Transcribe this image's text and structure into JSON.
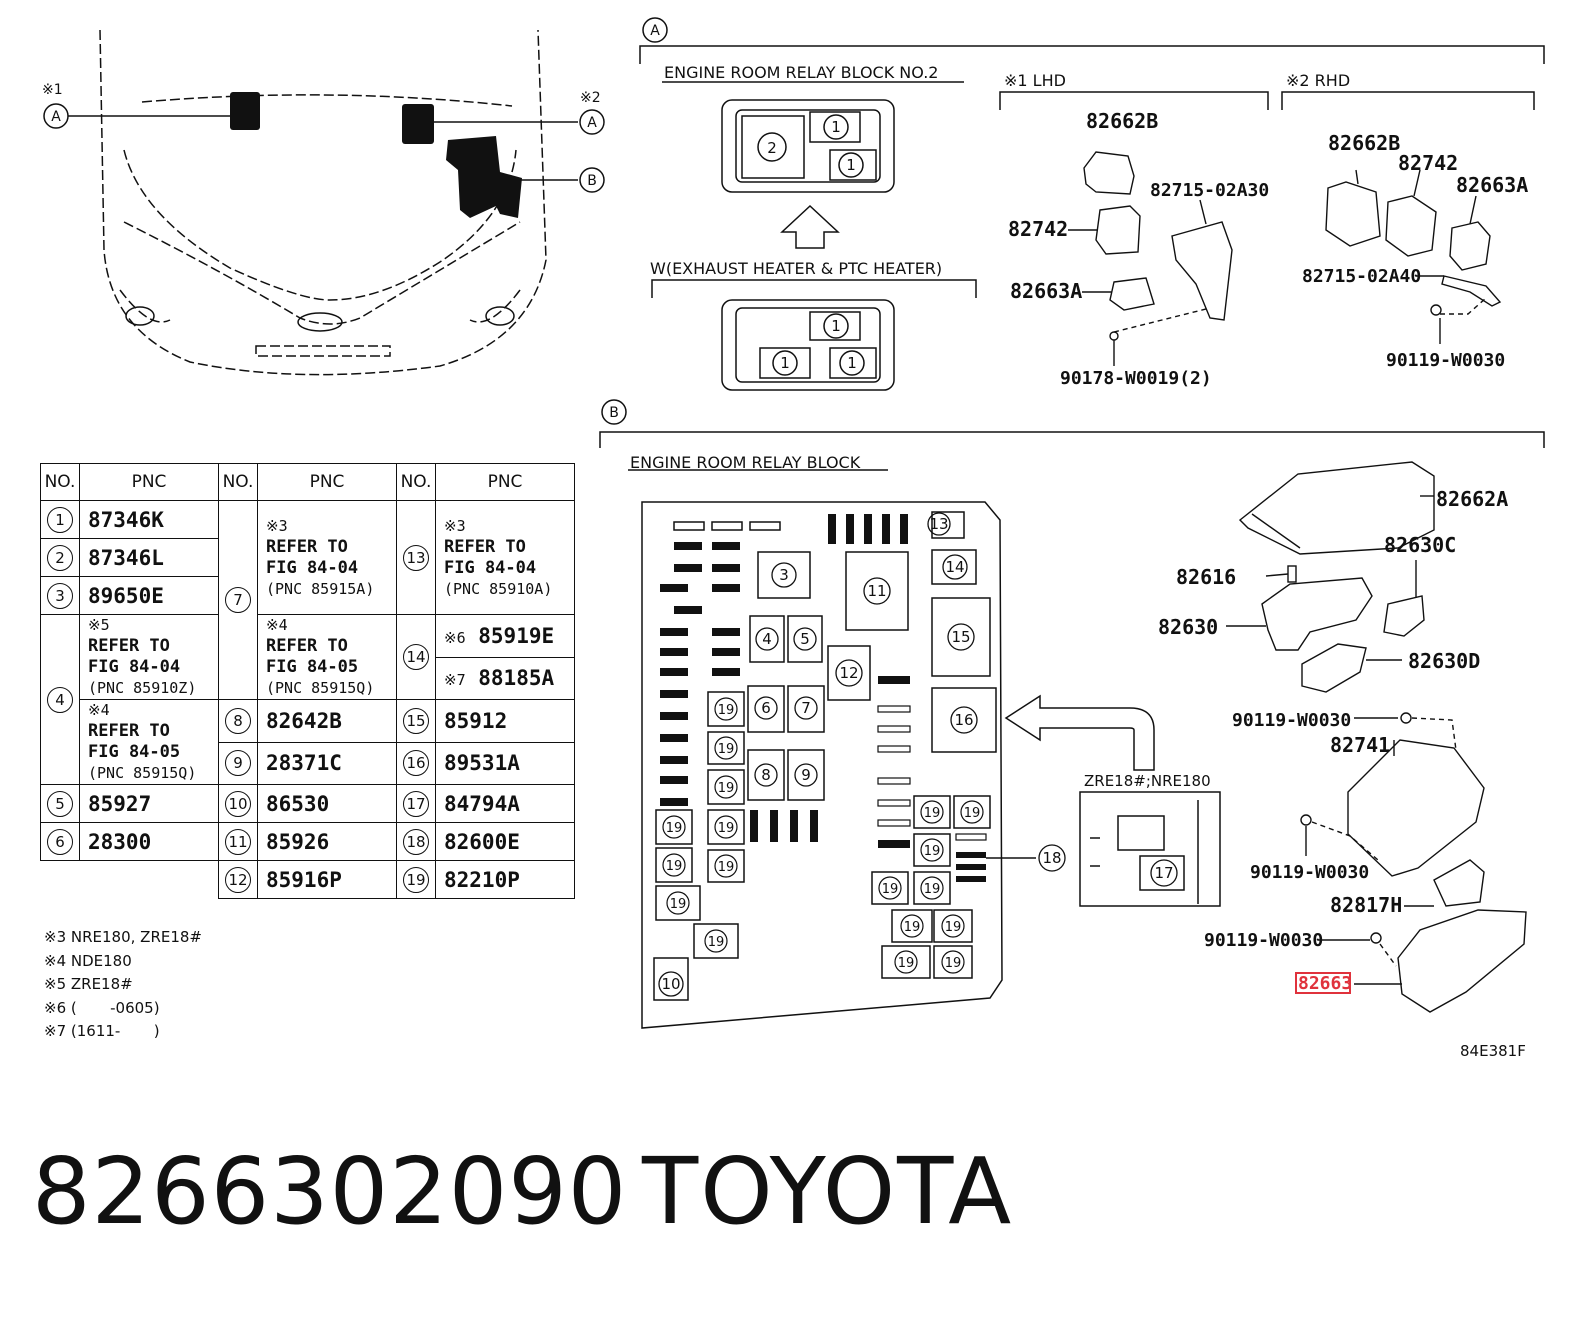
{
  "markers": {
    "a": "A",
    "b": "B",
    "note1": "※1",
    "note2": "※2"
  },
  "section_a": {
    "label": "A",
    "relay_block_title": "ENGINE ROOM RELAY BLOCK NO.2",
    "variant_label": "W(EXHAUST HEATER & PTC HEATER)",
    "lhd_label": "※1 LHD",
    "rhd_label": "※2 RHD",
    "block_nums": [
      "2",
      "1",
      "1"
    ],
    "variant_nums": [
      "1",
      "1",
      "1"
    ],
    "lhd_parts": [
      "82662B",
      "82715-02A30",
      "82742",
      "82663A",
      "90178-W0019(2)"
    ],
    "rhd_parts": [
      "82662B",
      "82742",
      "82663A",
      "82715-02A40",
      "90119-W0030"
    ]
  },
  "section_b": {
    "label": "B",
    "relay_block_title": "ENGINE ROOM RELAY BLOCK",
    "variant_label": "ZRE18#;NRE180",
    "parts": [
      "82662A",
      "82630C",
      "82616",
      "82630",
      "82630D",
      "90119-W0030",
      "82741",
      "90119-W0030",
      "82817H",
      "90119-W0030",
      "82663"
    ],
    "diagram_code": "84E381F"
  },
  "table": {
    "headers": {
      "no": "NO.",
      "pnc": "PNC"
    },
    "rows": {
      "r1": {
        "no": "1",
        "pnc": "87346K"
      },
      "r2": {
        "no": "2",
        "pnc": "87346L"
      },
      "r3": {
        "no": "3",
        "pnc": "89650E"
      },
      "r4a": {
        "mark": "※5",
        "line1": "REFER TO",
        "line2": "FIG 84-04",
        "line3": "(PNC 85910Z)"
      },
      "r4b": {
        "mark": "※4",
        "line1": "REFER TO",
        "line2": "FIG 84-05",
        "line3": "(PNC 85915Q)"
      },
      "r4": {
        "no": "4"
      },
      "r5": {
        "no": "5",
        "pnc": "85927"
      },
      "r6": {
        "no": "6",
        "pnc": "28300"
      },
      "r7": {
        "no": "7"
      },
      "r7a": {
        "mark": "※3",
        "line1": "REFER TO",
        "line2": "FIG 84-04",
        "line3": "(PNC 85915A)"
      },
      "r7b": {
        "mark": "※4",
        "line1": "REFER TO",
        "line2": "FIG 84-05",
        "line3": "(PNC 85915Q)"
      },
      "r8": {
        "no": "8",
        "pnc": "82642B"
      },
      "r9": {
        "no": "9",
        "pnc": "28371C"
      },
      "r10": {
        "no": "10",
        "pnc": "86530"
      },
      "r11": {
        "no": "11",
        "pnc": "85926"
      },
      "r12": {
        "no": "12",
        "pnc": "85916P"
      },
      "r13": {
        "no": "13"
      },
      "r13a": {
        "mark": "※3",
        "line1": "REFER TO",
        "line2": "FIG 84-04",
        "line3": "(PNC 85910A)"
      },
      "r14": {
        "no": "14"
      },
      "r14a": {
        "mark": "※6",
        "pnc": "85919E"
      },
      "r14b": {
        "mark": "※7",
        "pnc": "88185A"
      },
      "r15": {
        "no": "15",
        "pnc": "85912"
      },
      "r16": {
        "no": "16",
        "pnc": "89531A"
      },
      "r17": {
        "no": "17",
        "pnc": "84794A"
      },
      "r18": {
        "no": "18",
        "pnc": "82600E"
      },
      "r19": {
        "no": "19",
        "pnc": "82210P"
      }
    }
  },
  "notes": [
    "※3 NRE180, ZRE18#",
    "※4 NDE180",
    "※5 ZRE18#",
    "※6 (       -0605)",
    "※7 (1611-       )"
  ],
  "footer": {
    "part_number": "8266302090",
    "brand": "TOYOTA"
  },
  "colors": {
    "highlight": "#e0323c",
    "ink": "#111111"
  }
}
